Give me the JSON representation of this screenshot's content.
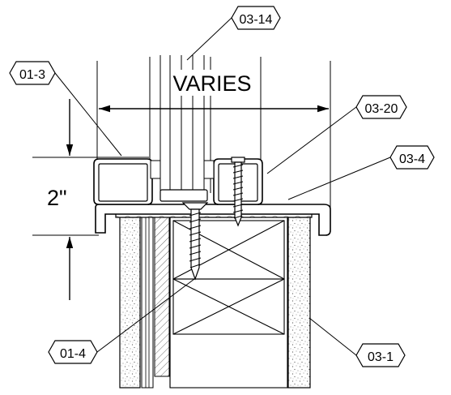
{
  "dimensions": {
    "width_label": "VARIES",
    "height_label": "2\""
  },
  "callouts": [
    {
      "id": "01-3"
    },
    {
      "id": "03-14"
    },
    {
      "id": "03-20"
    },
    {
      "id": "03-4"
    },
    {
      "id": "01-4"
    },
    {
      "id": "03-1"
    }
  ]
}
